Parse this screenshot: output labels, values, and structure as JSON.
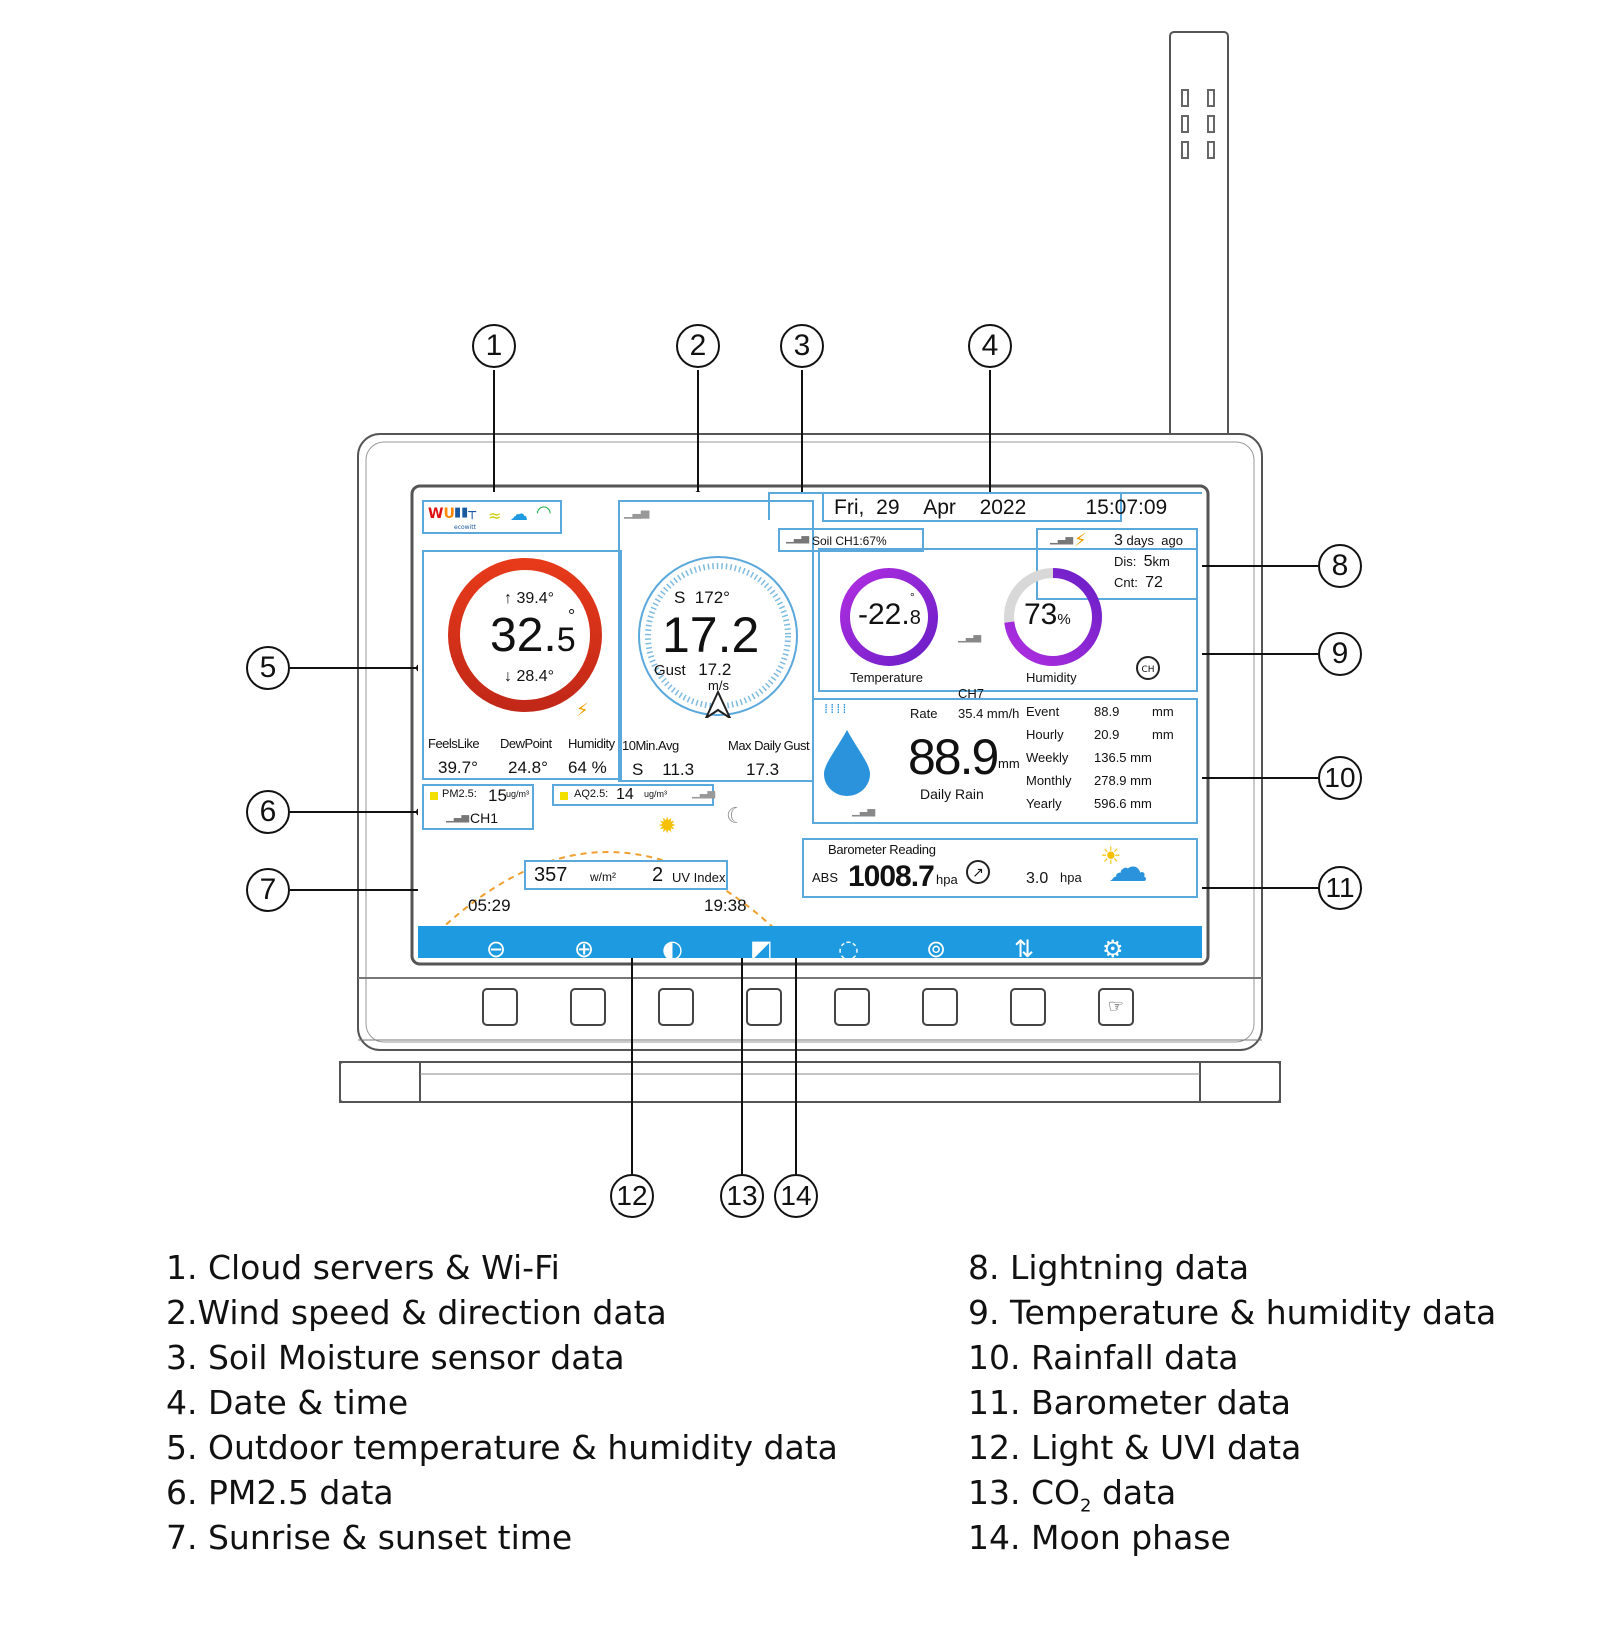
{
  "callouts": [
    "1",
    "2",
    "3",
    "4",
    "5",
    "6",
    "7",
    "8",
    "9",
    "10",
    "11",
    "12",
    "13",
    "14"
  ],
  "screen": {
    "datetime": {
      "day": "Fri,",
      "date": "29",
      "month": "Apr",
      "year": "2022",
      "time": "15:07:09"
    },
    "soil": "Soil CH1:67%",
    "outdoor": {
      "high": "↑ 39.4°",
      "low": "↓ 28.4°",
      "temp_main": "32.",
      "temp_dec": "5",
      "deg": "°",
      "feels_label": "FeelsLike",
      "dew_label": "DewPoint",
      "hum_label": "Humidity",
      "feels": "39.7°",
      "dew": "24.8°",
      "hum": "64 %"
    },
    "wind": {
      "dir": "S",
      "deg": "172°",
      "speed": "17.2",
      "gust_label": "Gust",
      "gust": "17.2",
      "unit": "m/s",
      "avg_label": "10Min.Avg",
      "max_label": "Max Daily Gust",
      "avg_dir": "S",
      "avg": "11.3",
      "max": "17.3"
    },
    "lightning": {
      "days": "3",
      "days_label": "days",
      "ago": "ago",
      "dis_label": "Dis:",
      "dis": "5",
      "dis_unit": "km",
      "cnt_label": "Cnt:",
      "cnt": "72"
    },
    "th": {
      "temp_main": "-22.",
      "temp_dec": "8",
      "deg": "°",
      "temp_label": "Temperature",
      "hum": "73",
      "hum_unit": "%",
      "hum_label": "Humidity",
      "channel": "CH7",
      "hum_fraction": 0.73
    },
    "rain": {
      "rate_label": "Rate",
      "rate": "35.4 mm/h",
      "daily": "88.9",
      "daily_unit": "mm",
      "daily_label": "Daily Rain",
      "rows": [
        {
          "label": "Event",
          "value": "88.9",
          "unit": "mm"
        },
        {
          "label": "Hourly",
          "value": "20.9",
          "unit": "mm"
        },
        {
          "label": "Weekly",
          "value": "136.5 mm",
          "unit": ""
        },
        {
          "label": "Monthly",
          "value": "278.9 mm",
          "unit": ""
        },
        {
          "label": "Yearly",
          "value": "596.6 mm",
          "unit": ""
        }
      ]
    },
    "pm25": {
      "label": "PM2.5:",
      "value": "15",
      "unit": "ug/m³",
      "channel": "CH1"
    },
    "aq25": {
      "label": "AQ2.5:",
      "value": "14",
      "unit": "ug/m³"
    },
    "solar": {
      "light": "357",
      "light_unit": "w/m²",
      "uv": "2",
      "uv_label": "UV Index",
      "sunrise": "05:29",
      "sunset": "19:38"
    },
    "baro": {
      "title": "Barometer Reading",
      "abs_label": "ABS",
      "abs": "1008.7",
      "abs_unit": "hpa",
      "delta": "3.0",
      "delta_unit": "hpa"
    },
    "logo_text": "ecowitt"
  },
  "legend_left": [
    "1. Cloud servers & Wi-Fi",
    "2.Wind speed & direction data",
    "3. Soil Moisture sensor data",
    "4. Date & time",
    "5. Outdoor temperature & humidity data",
    "6. PM2.5 data",
    "7. Sunrise & sunset time"
  ],
  "legend_right": [
    "8. Lightning data",
    "9. Temperature & humidity data",
    "10. Rainfall data",
    "11. Barometer data",
    "12. Light & UVI data",
    "13. CO",
    "14. Moon phase"
  ],
  "legend_co2": {
    "sub": "2",
    "rest": " data"
  },
  "colors": {
    "screen_blue": "#1e9be0",
    "panel_border": "#5aa8dc",
    "temp_ring": "#d8321f",
    "th_ring": "#8a2be2",
    "rain_drop": "#2a93dc"
  }
}
